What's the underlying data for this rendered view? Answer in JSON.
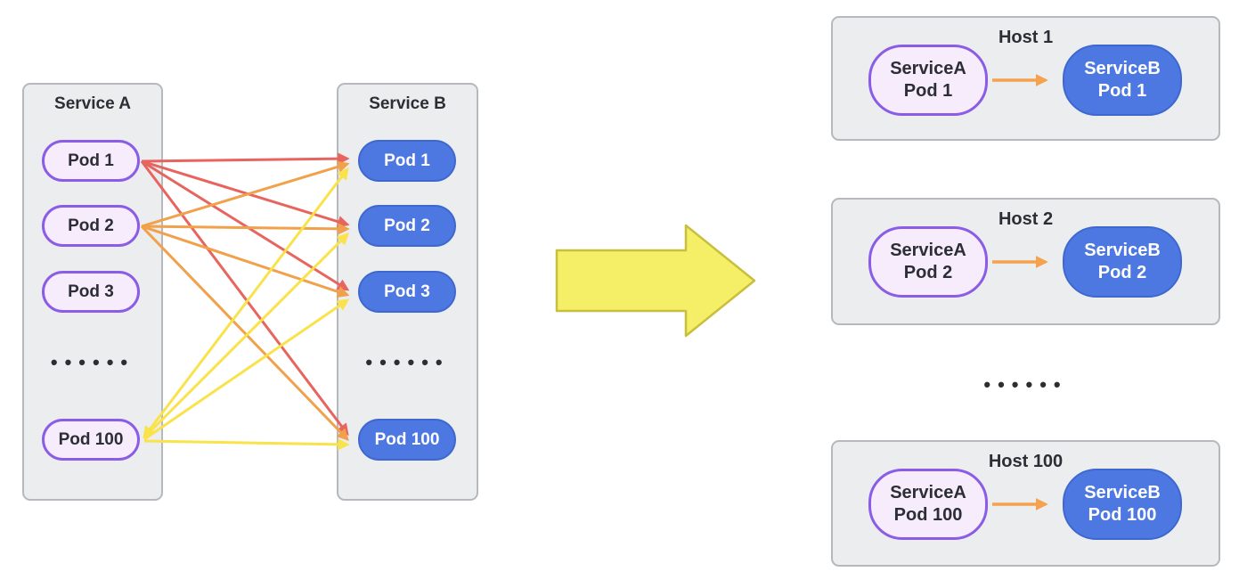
{
  "mesh": {
    "service_a": {
      "title": "Service A",
      "pods": [
        "Pod 1",
        "Pod 2",
        "Pod 3",
        "Pod 100"
      ],
      "dots": "••••••"
    },
    "service_b": {
      "title": "Service B",
      "pods": [
        "Pod 1",
        "Pod 2",
        "Pod 3",
        "Pod 100"
      ],
      "dots": "••••••"
    }
  },
  "hosts": {
    "dots": "••••••",
    "items": [
      {
        "title": "Host 1",
        "pod_a": [
          "ServiceA",
          "Pod 1"
        ],
        "pod_b": [
          "ServiceB",
          "Pod 1"
        ]
      },
      {
        "title": "Host 2",
        "pod_a": [
          "ServiceA",
          "Pod 2"
        ],
        "pod_b": [
          "ServiceB",
          "Pod 2"
        ]
      },
      {
        "title": "Host 100",
        "pod_a": [
          "ServiceA",
          "Pod 100"
        ],
        "pod_b": [
          "ServiceB",
          "Pod 100"
        ]
      }
    ]
  },
  "colors": {
    "pod_a_fill": "#f6ecfc",
    "pod_a_border": "#8b5ce6",
    "pod_b_fill": "#4d78e2",
    "pod_b_border": "#3f68cf",
    "arrow_red": "#e8645e",
    "arrow_orange": "#f1a04b",
    "arrow_yellow": "#f9e24a",
    "host_arrow": "#f5a14d",
    "big_arrow_fill": "#f5ee67",
    "big_arrow_stroke": "#c9bf3f"
  }
}
